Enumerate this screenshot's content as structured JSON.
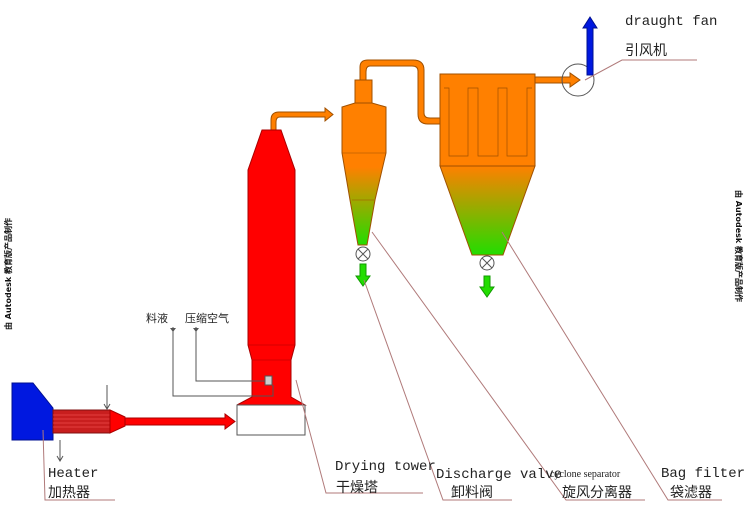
{
  "labels": {
    "draught_fan_en": "draught fan",
    "draught_fan_cn": "引风机",
    "heater_en": "Heater",
    "heater_cn": "加热器",
    "drying_tower_en": "Drying tower",
    "drying_tower_cn": "干燥塔",
    "discharge_valve_en": "Discharge valve",
    "discharge_valve_cn": "卸料阀",
    "cyclone_en": "cyclone separator",
    "cyclone_cn": "旋风分离器",
    "bag_filter_en": "Bag filter",
    "bag_filter_cn": "袋滤器",
    "feed_liquid": "料液",
    "compressed_air": "压缩空气"
  },
  "watermark": "由 Autodesk 教育版产品制作",
  "colors": {
    "tower": "#ff0000",
    "heater_coil": "#c81e1e",
    "blower": "#0018e0",
    "pipe": "#ff8000",
    "product": "#22dd00",
    "leader": "#b07a7a"
  }
}
